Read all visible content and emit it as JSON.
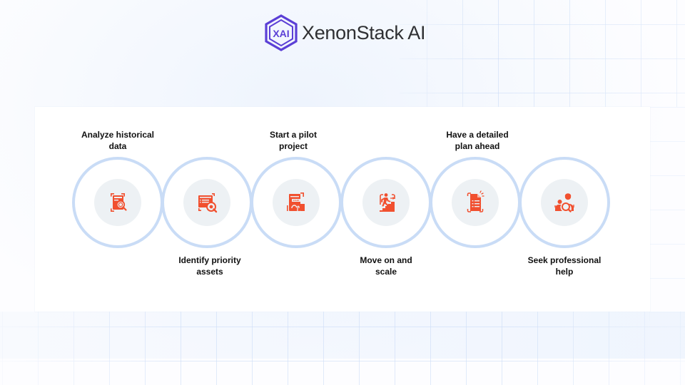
{
  "header": {
    "logo_text": "XAI",
    "brand_name": "XenonStack AI",
    "logo_color": "#5b3fd6"
  },
  "colors": {
    "icon": "#f1502f",
    "ring": "#c9dcf6",
    "disc": "#edf1f4",
    "label": "#111111"
  },
  "steps": [
    {
      "label_line1": "Analyze historical",
      "label_line2": "data",
      "label_position": "top",
      "icon": "report-magnifier-icon"
    },
    {
      "label_line1": "Identify priority",
      "label_line2": "assets",
      "label_position": "bottom",
      "icon": "dashboard-target-icon"
    },
    {
      "label_line1": "Start a pilot",
      "label_line2": "project",
      "label_position": "top",
      "icon": "start-button-hand-icon"
    },
    {
      "label_line1": "Move on and",
      "label_line2": "scale",
      "label_position": "bottom",
      "icon": "person-climbing-stairs-icon"
    },
    {
      "label_line1": "Have a detailed",
      "label_line2": "plan ahead",
      "label_position": "top",
      "icon": "checklist-document-icon"
    },
    {
      "label_line1": "Seek professional",
      "label_line2": "help",
      "label_position": "bottom",
      "icon": "experts-search-icon"
    }
  ]
}
